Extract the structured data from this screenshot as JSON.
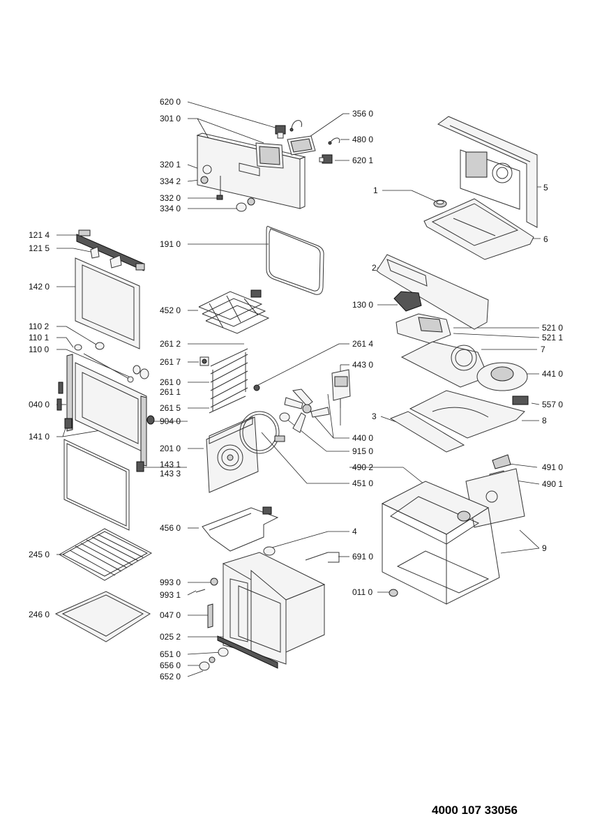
{
  "document_number": "4000 107 33056",
  "callouts": [
    {
      "id": "c1",
      "text": "620 0"
    },
    {
      "id": "c2",
      "text": "301 0"
    },
    {
      "id": "c3",
      "text": "356 0"
    },
    {
      "id": "c4",
      "text": "480 0"
    },
    {
      "id": "c5",
      "text": "320 1"
    },
    {
      "id": "c6",
      "text": "620 1"
    },
    {
      "id": "c7",
      "text": "334 2"
    },
    {
      "id": "c8",
      "text": "332 0"
    },
    {
      "id": "c9",
      "text": "334 0"
    },
    {
      "id": "c10",
      "text": "5"
    },
    {
      "id": "c11",
      "text": "1"
    },
    {
      "id": "c12",
      "text": "6"
    },
    {
      "id": "c13",
      "text": "121 4"
    },
    {
      "id": "c14",
      "text": "121 5"
    },
    {
      "id": "c15",
      "text": "191 0"
    },
    {
      "id": "c16",
      "text": "142 0"
    },
    {
      "id": "c17",
      "text": "2"
    },
    {
      "id": "c18",
      "text": "452 0"
    },
    {
      "id": "c19",
      "text": "130 0"
    },
    {
      "id": "c20",
      "text": "521 0"
    },
    {
      "id": "c21",
      "text": "521 1"
    },
    {
      "id": "c22",
      "text": "110 2"
    },
    {
      "id": "c23",
      "text": "110 1"
    },
    {
      "id": "c24",
      "text": "110 0"
    },
    {
      "id": "c25",
      "text": "261 2"
    },
    {
      "id": "c26",
      "text": "261 4"
    },
    {
      "id": "c27",
      "text": "7"
    },
    {
      "id": "c28",
      "text": "261 7"
    },
    {
      "id": "c29",
      "text": "443 0"
    },
    {
      "id": "c30",
      "text": "441 0"
    },
    {
      "id": "c31",
      "text": "261 0"
    },
    {
      "id": "c32",
      "text": "261 1"
    },
    {
      "id": "c33",
      "text": "040 0"
    },
    {
      "id": "c34",
      "text": "557 0"
    },
    {
      "id": "c35",
      "text": "261 5"
    },
    {
      "id": "c36",
      "text": "3"
    },
    {
      "id": "c37",
      "text": "8"
    },
    {
      "id": "c38",
      "text": "904 0"
    },
    {
      "id": "c39",
      "text": "141 0"
    },
    {
      "id": "c40",
      "text": "440 0"
    },
    {
      "id": "c41",
      "text": "201 0"
    },
    {
      "id": "c42",
      "text": "915 0"
    },
    {
      "id": "c43",
      "text": "490 2"
    },
    {
      "id": "c44",
      "text": "143 1"
    },
    {
      "id": "c45",
      "text": "491 0"
    },
    {
      "id": "c46",
      "text": "143 3"
    },
    {
      "id": "c47",
      "text": "451 0"
    },
    {
      "id": "c48",
      "text": "490 1"
    },
    {
      "id": "c49",
      "text": "456 0"
    },
    {
      "id": "c50",
      "text": "4"
    },
    {
      "id": "c51",
      "text": "245 0"
    },
    {
      "id": "c52",
      "text": "691 0"
    },
    {
      "id": "c53",
      "text": "9"
    },
    {
      "id": "c54",
      "text": "993 0"
    },
    {
      "id": "c55",
      "text": "993 1"
    },
    {
      "id": "c56",
      "text": "011 0"
    },
    {
      "id": "c57",
      "text": "246 0"
    },
    {
      "id": "c58",
      "text": "047 0"
    },
    {
      "id": "c59",
      "text": "025 2"
    },
    {
      "id": "c60",
      "text": "651 0"
    },
    {
      "id": "c61",
      "text": "656 0"
    },
    {
      "id": "c62",
      "text": "652 0"
    }
  ]
}
